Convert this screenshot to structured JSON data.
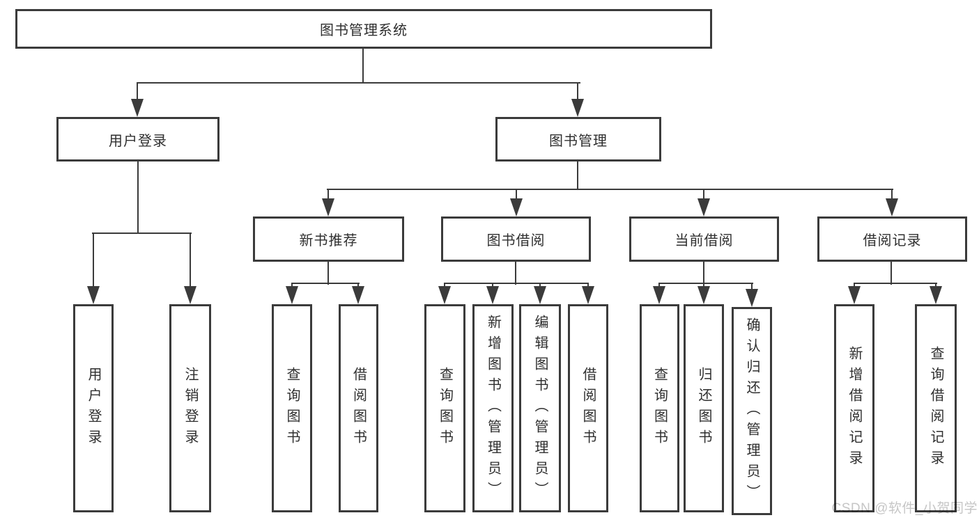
{
  "colors": {
    "line": "#3b3b3b",
    "text": "#2f2f2f",
    "background": "#ffffff",
    "watermark": "#c6c6c6"
  },
  "watermark": {
    "text": "CSDN @软件_小贺同学"
  },
  "tree": {
    "root": {
      "label": "图书管理系统"
    },
    "branches": [
      {
        "label": "用户登录",
        "children": [
          {
            "label": "用户登录"
          },
          {
            "label": "注销登录"
          }
        ]
      },
      {
        "label": "图书管理",
        "children": [
          {
            "label": "新书推荐",
            "children": [
              {
                "label": "查询图书"
              },
              {
                "label": "借阅图书"
              }
            ]
          },
          {
            "label": "图书借阅",
            "children": [
              {
                "label": "查询图书"
              },
              {
                "label": "新增图书（管理员）"
              },
              {
                "label": "编辑图书（管理员）"
              },
              {
                "label": "借阅图书"
              }
            ]
          },
          {
            "label": "当前借阅",
            "children": [
              {
                "label": "查询图书"
              },
              {
                "label": "归还图书"
              },
              {
                "label": "确认归还（管理员）"
              }
            ]
          },
          {
            "label": "借阅记录",
            "children": [
              {
                "label": "新增借阅记录"
              },
              {
                "label": "查询借阅记录"
              }
            ]
          }
        ]
      }
    ]
  }
}
